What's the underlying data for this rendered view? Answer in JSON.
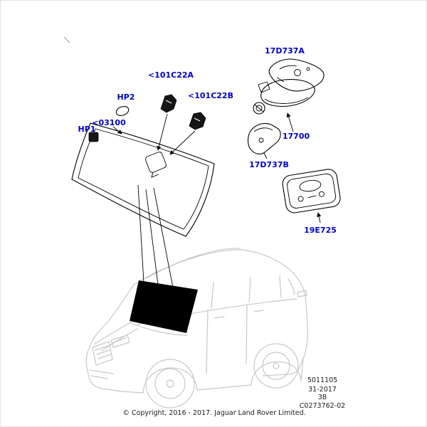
{
  "labels": {
    "hp1": "HP1",
    "hp2": "HP2",
    "glass": "<03100",
    "bracket_a": "<101C22A",
    "bracket_b": "<101C22B",
    "cover_upper": "17D737A",
    "mirror": "17700",
    "cover_lower": "17D737B",
    "console": "19E725"
  },
  "footer": {
    "catalog_number": "5011105",
    "issue": "31-2017",
    "sheet": "3B",
    "drawing_ref": "C0273762-02",
    "copyright": "© Copyright, 2016 - 2017. Jaguar Land Rover Limited."
  },
  "colors": {
    "link_blue": "#0000cc",
    "sketch_gray": "#c8c8c8",
    "ink": "#000000"
  }
}
